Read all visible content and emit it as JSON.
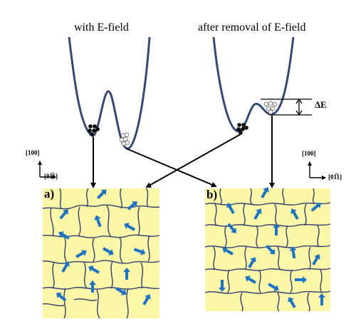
{
  "captions": {
    "left": "with E-field",
    "right": "after removal of  E-field"
  },
  "energy_barrier_label": "ΔE",
  "axes": {
    "left": {
      "vertical": "[100]",
      "horizontal": "[01̅1]"
    },
    "right": {
      "vertical": "[100]",
      "horizontal": "[01̅1]"
    }
  },
  "panels": {
    "a": "a)",
    "b": "b)"
  },
  "colors": {
    "well_curve": "#34487a",
    "domain_fill": "#fbf7a6",
    "domain_walls": "#2f3f72",
    "polarization_arrows": "#1a73c6"
  }
}
